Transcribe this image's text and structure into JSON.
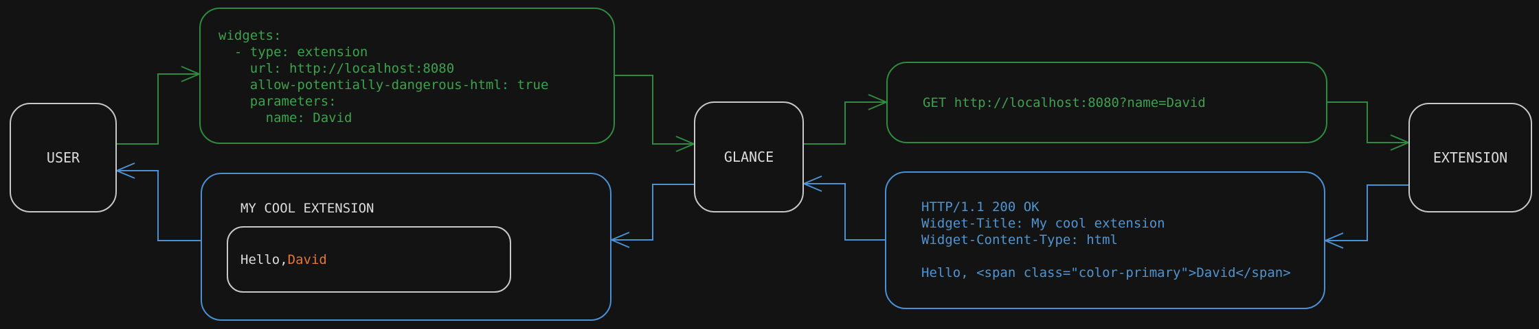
{
  "colors": {
    "background": "#131313",
    "green": "#2f8b3f",
    "green_text": "#3fa04f",
    "blue": "#4a91d6",
    "blue_text": "#4f95d2",
    "orange": "#e5763a",
    "node_border": "#c8c8c8",
    "light": "#dcdcdc"
  },
  "nodes": {
    "user": {
      "label": "USER"
    },
    "glance": {
      "label": "GLANCE"
    },
    "extension": {
      "label": "EXTENSION"
    }
  },
  "config_box": {
    "lines": [
      "widgets:",
      "  - type: extension",
      "    url: http://localhost:8080",
      "    allow-potentially-dangerous-html: true",
      "    parameters:",
      "      name: David"
    ]
  },
  "request_box": {
    "text": "GET http://localhost:8080?name=David"
  },
  "response_box": {
    "lines": [
      "HTTP/1.1 200 OK",
      "Widget-Title: My cool extension",
      "Widget-Content-Type: html",
      "",
      "Hello, <span class=\"color-primary\">David</span>"
    ]
  },
  "preview_box": {
    "title": "MY COOL EXTENSION",
    "greeting_prefix": "Hello, ",
    "greeting_name": "David"
  }
}
